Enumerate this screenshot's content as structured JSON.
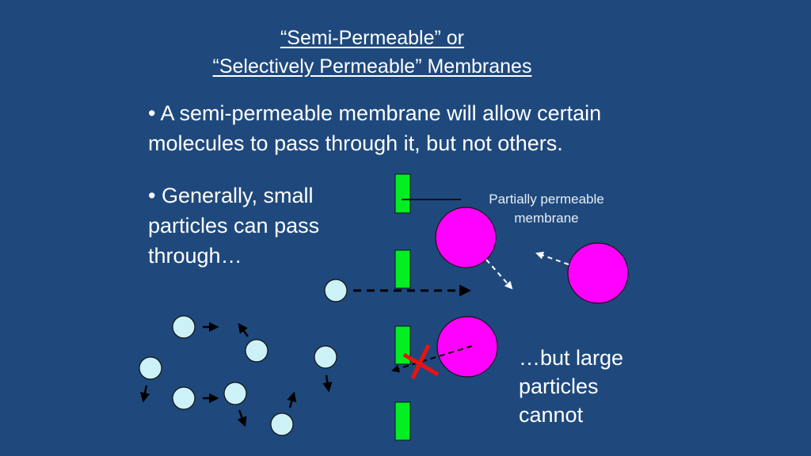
{
  "title": {
    "line1": "“Semi-Permeable” or",
    "line2": "“Selectively Permeable” Membranes"
  },
  "bullets": [
    {
      "line1": "• A semi-permeable membrane will allow certain",
      "line2": "molecules to pass through it, but not others."
    },
    {
      "line1": "• Generally, small",
      "line2": "particles can pass",
      "line3": "through…"
    }
  ],
  "diagram": {
    "membrane_label_line1": "Partially permeable",
    "membrane_label_line2": "membrane",
    "large_particles_text_line1": "…but large",
    "large_particles_text_line2": "particles",
    "large_particles_text_line3": "cannot"
  },
  "colors": {
    "background": "#1f497d",
    "membrane": "#00ee22",
    "small_particle": "#ccf2f8",
    "large_particle": "#ff00ff",
    "blocked_cross": "#ee1111"
  }
}
